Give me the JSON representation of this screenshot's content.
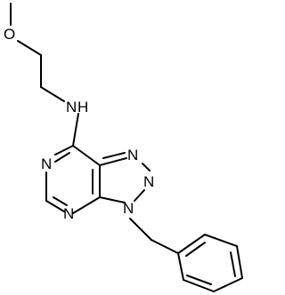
{
  "molecule": {
    "atoms": {
      "o": "O",
      "nh": "N",
      "h": "H",
      "n_pyr_a": "N",
      "n_pyr_b": "N",
      "n_tri_1": "N",
      "n_tri_2": "N",
      "n_tri_3": "N"
    }
  }
}
